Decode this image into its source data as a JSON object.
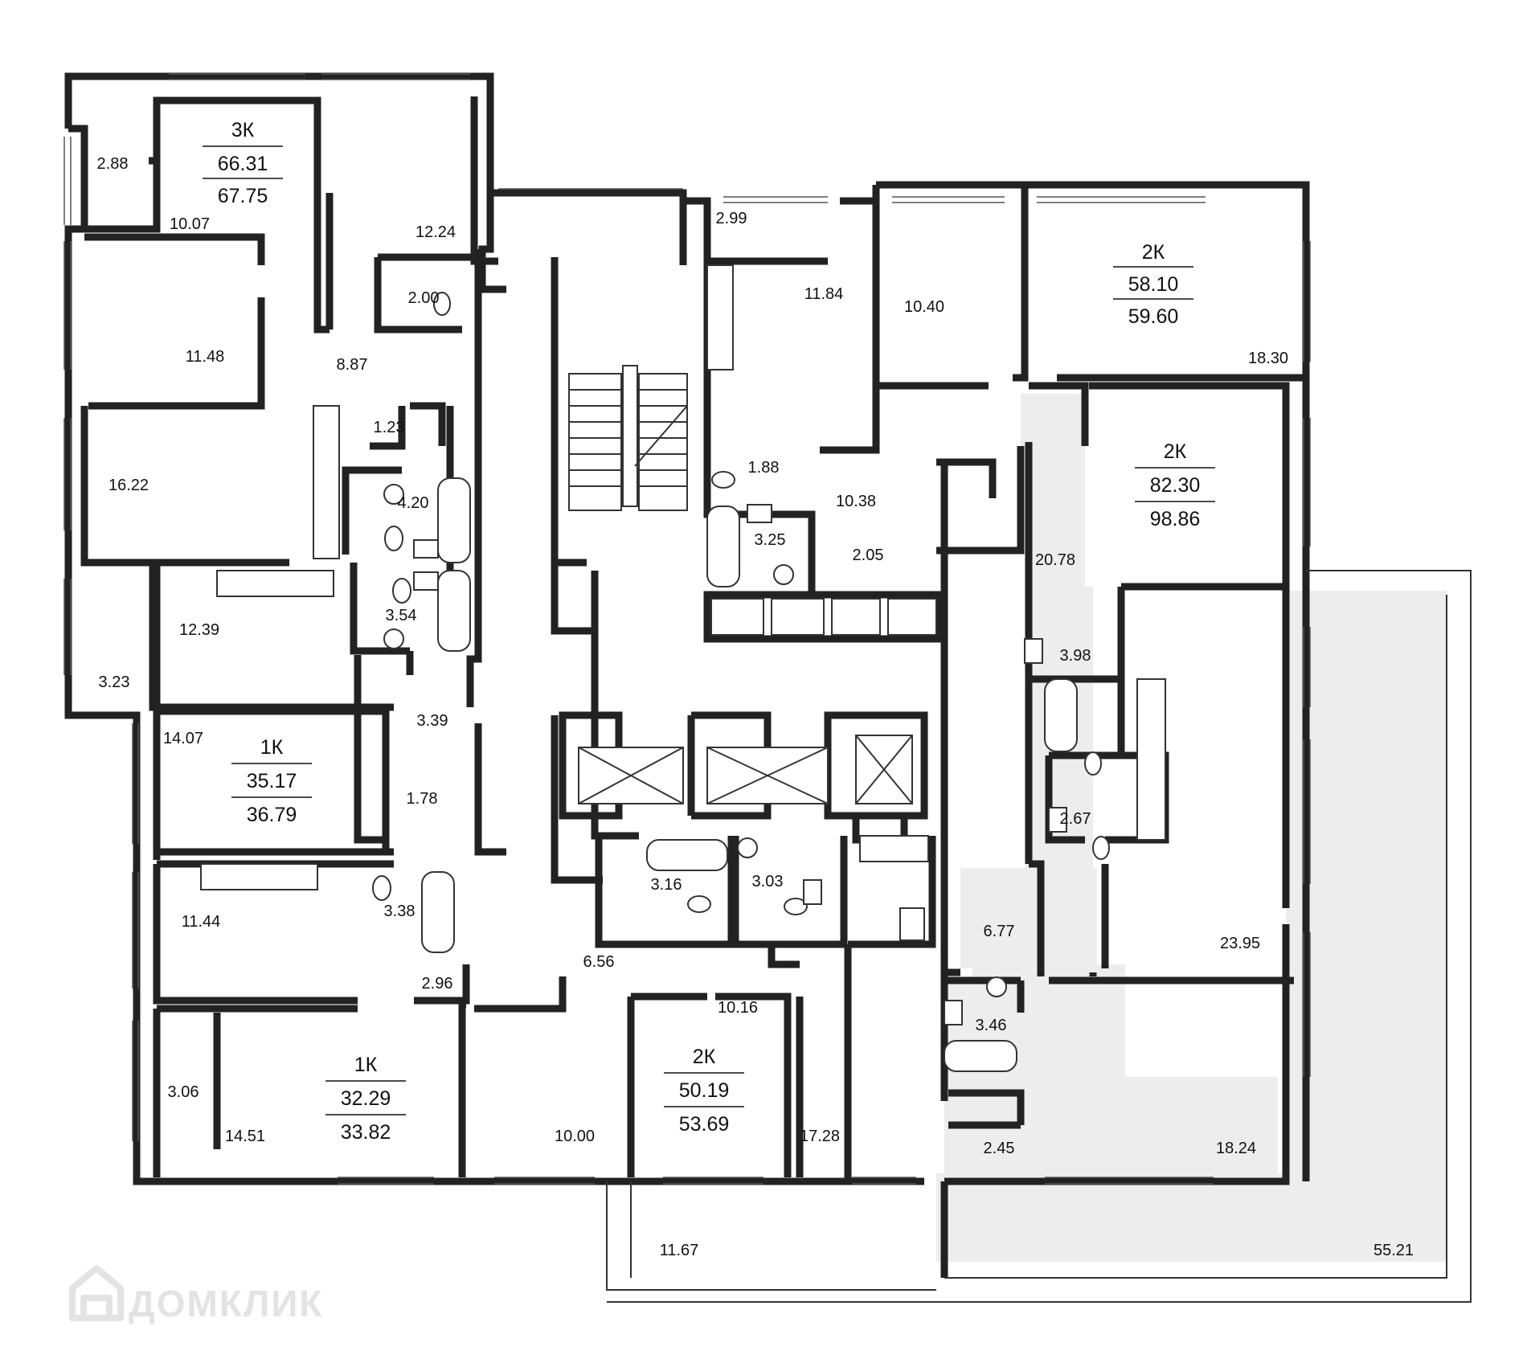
{
  "colors": {
    "wall": "#222222",
    "highlight": "#ededed",
    "background": "#ffffff",
    "brand": "#e3e3e3"
  },
  "brand": {
    "name": "ДОМКЛИК",
    "icon": "house-logo-icon"
  },
  "apartments": [
    {
      "id": "apt-3k-top-left",
      "type": "3К",
      "living": "66.31",
      "total": "67.75"
    },
    {
      "id": "apt-2k-top-right",
      "type": "2К",
      "living": "58.10",
      "total": "59.60"
    },
    {
      "id": "apt-2k-highlighted",
      "type": "2К",
      "living": "82.30",
      "total": "98.86"
    },
    {
      "id": "apt-1k-middle-left",
      "type": "1К",
      "living": "35.17",
      "total": "36.79"
    },
    {
      "id": "apt-1k-bottom-left",
      "type": "1К",
      "living": "32.29",
      "total": "33.82"
    },
    {
      "id": "apt-2k-bottom-center",
      "type": "2К",
      "living": "50.19",
      "total": "53.69"
    }
  ],
  "rooms": [
    "2.88",
    "10.07",
    "12.24",
    "2.00",
    "11.48",
    "8.87",
    "1.23",
    "16.22",
    "4.20",
    "12.39",
    "3.54",
    "3.23",
    "3.39",
    "14.07",
    "1.78",
    "11.44",
    "3.38",
    "2.96",
    "3.06",
    "14.51",
    "10.00",
    "10.16",
    "17.28",
    "6.56",
    "3.16",
    "3.03",
    "2.99",
    "11.84",
    "10.40",
    "18.30",
    "1.88",
    "10.38",
    "3.25",
    "2.05",
    "20.78",
    "3.98",
    "2.67",
    "6.77",
    "23.95",
    "3.46",
    "2.45",
    "18.24",
    "11.67",
    "55.21"
  ]
}
